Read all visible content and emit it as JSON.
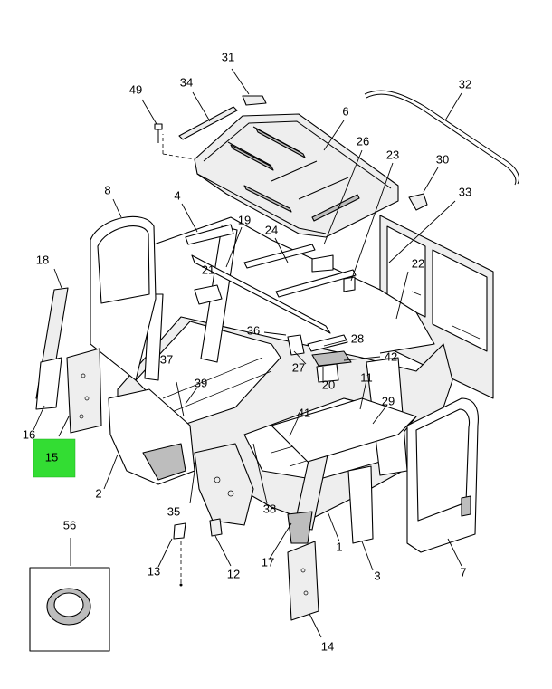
{
  "highlight_color": "#33dd33",
  "highlighted_callout": "15",
  "callouts": {
    "c1": "1",
    "c2": "2",
    "c3": "3",
    "c4": "4",
    "c6": "6",
    "c7": "7",
    "c8": "8",
    "c11": "11",
    "c12": "12",
    "c13": "13",
    "c14": "14",
    "c15": "15",
    "c16": "16",
    "c17": "17",
    "c18": "18",
    "c19": "19",
    "c20": "20",
    "c21": "21",
    "c22": "22",
    "c23": "23",
    "c24": "24",
    "c26": "26",
    "c27": "27",
    "c28": "28",
    "c29": "29",
    "c30": "30",
    "c31": "31",
    "c32": "32",
    "c33": "33",
    "c34": "34",
    "c35": "35",
    "c36": "36",
    "c37": "37",
    "c38": "38",
    "c39": "39",
    "c41": "41",
    "c42": "42",
    "c49": "49",
    "c56": "56"
  }
}
